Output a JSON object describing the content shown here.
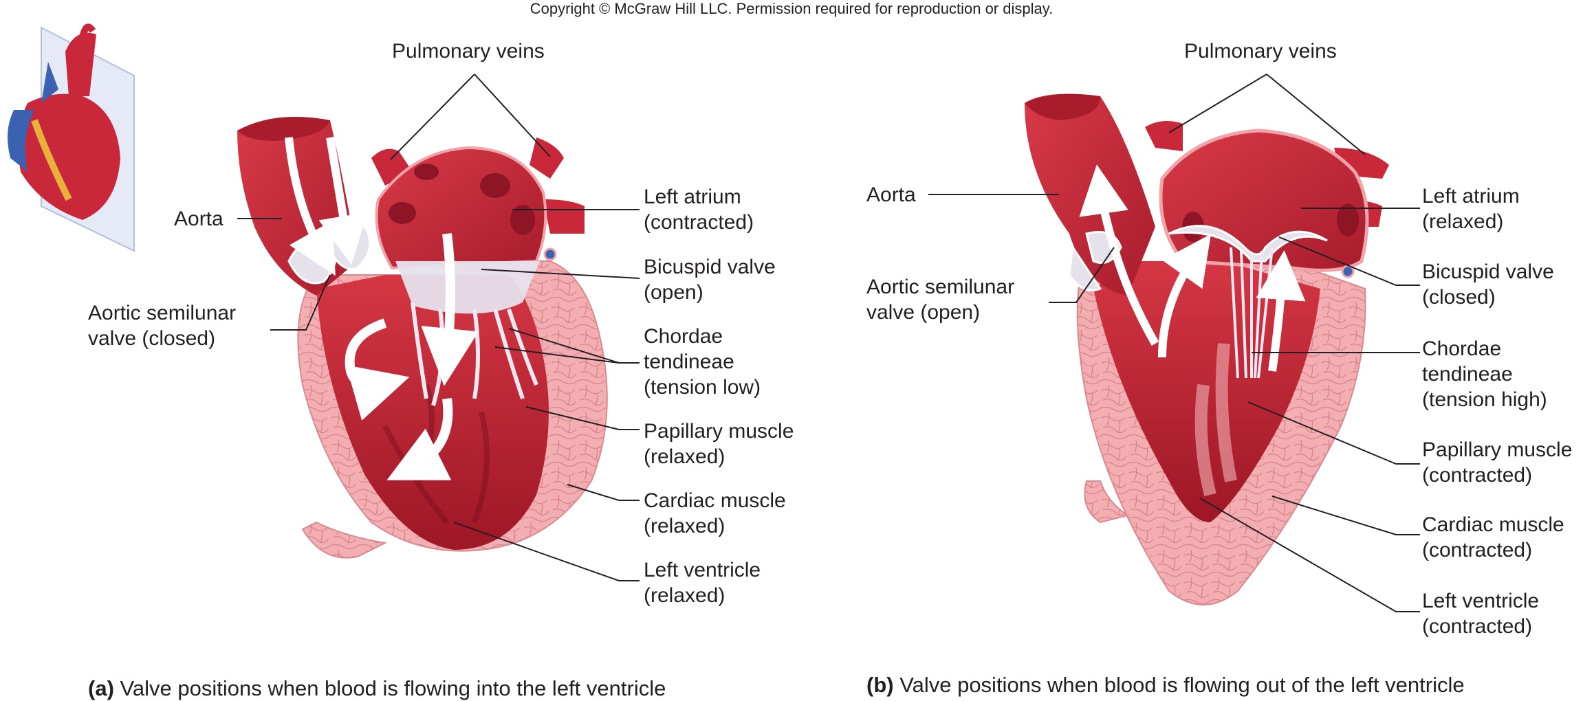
{
  "copyright": "Copyright © McGraw Hill LLC. Permission required for reproduction or display.",
  "colors": {
    "blood_red": "#c8283a",
    "dark_red": "#8e1525",
    "muscle_pink": "#f0a3a8",
    "valve_white": "#e6e2ec",
    "vein_blue": "#3a62b0",
    "line": "#231f20"
  },
  "panel_a": {
    "caption_prefix": "(a)",
    "caption_text": "Valve positions when blood is flowing into the left ventricle",
    "pulmonary_veins": "Pulmonary veins",
    "aorta": "Aorta",
    "aortic_valve": [
      "Aortic semilunar",
      "valve (closed)"
    ],
    "left_atrium": [
      "Left atrium",
      "(contracted)"
    ],
    "bicuspid_valve": [
      "Bicuspid valve",
      "(open)"
    ],
    "chordae": [
      "Chordae",
      "tendineae",
      "(tension low)"
    ],
    "papillary": [
      "Papillary muscle",
      "(relaxed)"
    ],
    "cardiac_muscle": [
      "Cardiac muscle",
      "(relaxed)"
    ],
    "left_ventricle": [
      "Left ventricle",
      "(relaxed)"
    ]
  },
  "panel_b": {
    "caption_prefix": "(b)",
    "caption_text": "Valve positions when blood is flowing out of the left ventricle",
    "pulmonary_veins": "Pulmonary veins",
    "aorta": "Aorta",
    "aortic_valve": [
      "Aortic semilunar",
      "valve (open)"
    ],
    "left_atrium": [
      "Left atrium",
      "(relaxed)"
    ],
    "bicuspid_valve": [
      "Bicuspid valve",
      "(closed)"
    ],
    "chordae": [
      "Chordae",
      "tendineae",
      "(tension high)"
    ],
    "papillary": [
      "Papillary muscle",
      "(contracted)"
    ],
    "cardiac_muscle": [
      "Cardiac muscle",
      "(contracted)"
    ],
    "left_ventricle": [
      "Left ventricle",
      "(contracted)"
    ]
  }
}
